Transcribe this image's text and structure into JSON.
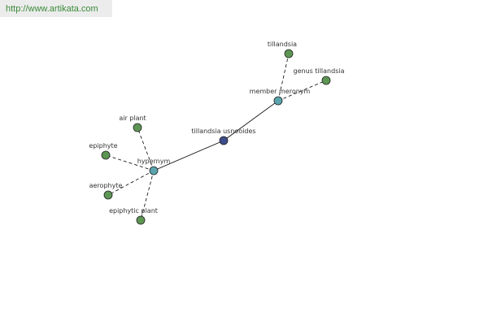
{
  "banner": {
    "url_text": "http://www.artikata.com"
  },
  "colors": {
    "leaf": "#5d9653",
    "relation": "#5aa4ae",
    "root": "#3d4d8c",
    "edge": "#000000",
    "node_stroke": "#222222"
  },
  "graph": {
    "nodes": [
      {
        "id": "tillandsia-usneoides",
        "label": "tillandsia usneoides",
        "kind": "root"
      },
      {
        "id": "hypernym",
        "label": "hypernym",
        "kind": "relation"
      },
      {
        "id": "member-meronym",
        "label": "member meronym",
        "kind": "relation"
      },
      {
        "id": "tillandsia",
        "label": "tillandsia",
        "kind": "leaf"
      },
      {
        "id": "genus-tillandsia",
        "label": "genus tillandsia",
        "kind": "leaf"
      },
      {
        "id": "air-plant",
        "label": "air plant",
        "kind": "leaf"
      },
      {
        "id": "epiphyte",
        "label": "epiphyte",
        "kind": "leaf"
      },
      {
        "id": "aerophyte",
        "label": "aerophyte",
        "kind": "leaf"
      },
      {
        "id": "epiphytic-plant",
        "label": "epiphytic plant",
        "kind": "leaf"
      }
    ],
    "edges": [
      {
        "from": "tillandsia-usneoides",
        "to": "hypernym",
        "style": "solid"
      },
      {
        "from": "tillandsia-usneoides",
        "to": "member-meronym",
        "style": "solid"
      },
      {
        "from": "member-meronym",
        "to": "tillandsia",
        "style": "dashed"
      },
      {
        "from": "member-meronym",
        "to": "genus-tillandsia",
        "style": "dashed"
      },
      {
        "from": "hypernym",
        "to": "air-plant",
        "style": "dashed"
      },
      {
        "from": "hypernym",
        "to": "epiphyte",
        "style": "dashed"
      },
      {
        "from": "hypernym",
        "to": "aerophyte",
        "style": "dashed"
      },
      {
        "from": "hypernym",
        "to": "epiphytic-plant",
        "style": "dashed"
      }
    ]
  }
}
